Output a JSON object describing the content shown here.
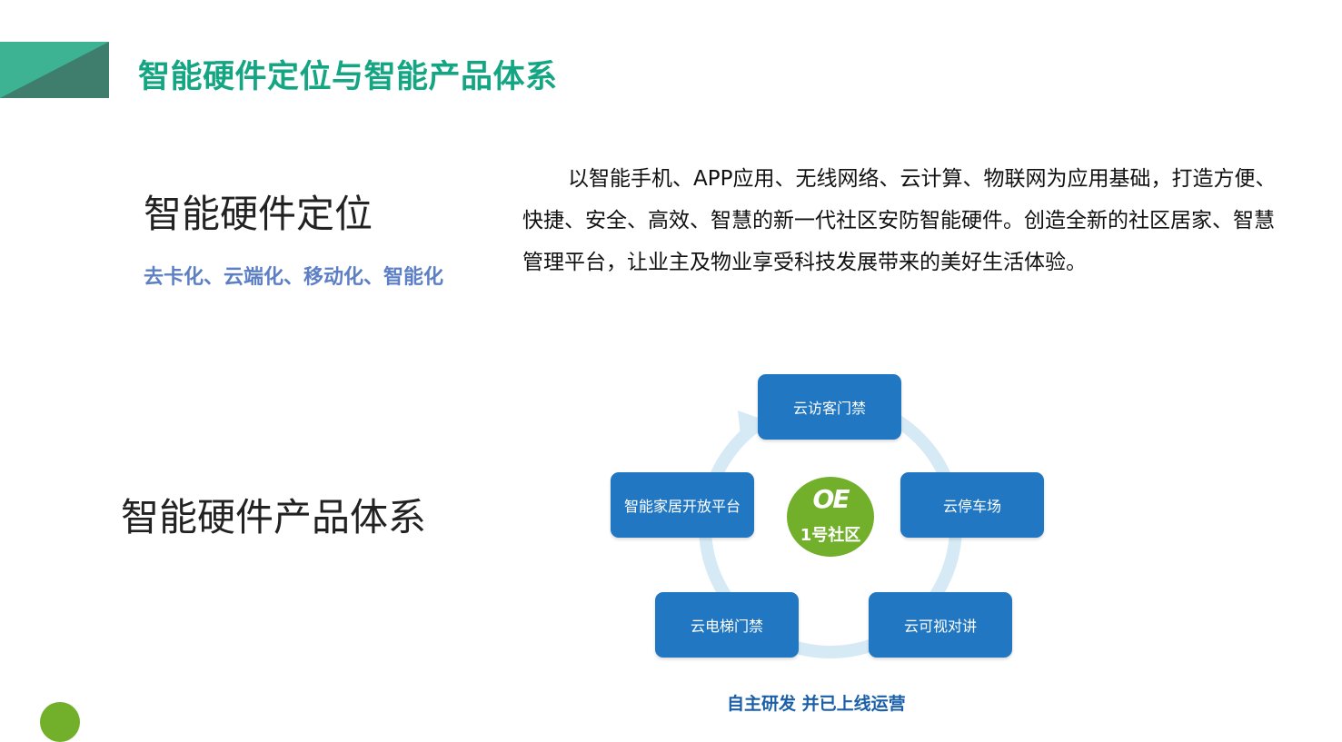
{
  "header": {
    "title": "智能硬件定位与智能产品体系",
    "accent_color": "#14a583"
  },
  "positioning": {
    "heading": "智能硬件定位",
    "subtitle": "去卡化、云端化、移动化、智能化",
    "description": "以智能手机、APP应用、无线网络、云计算、物联网为应用基础，打造方便、快捷、安全、高效、智慧的新一代社区安防智能硬件。创造全新的社区居家、智慧管理平台，让业主及物业享受科技发展带来的美好生活体验。"
  },
  "product_system": {
    "heading": "智能硬件产品体系",
    "nodes": [
      {
        "label": "云访客门禁"
      },
      {
        "label": "云停车场"
      },
      {
        "label": "云可视对讲"
      },
      {
        "label": "云电梯门禁"
      },
      {
        "label": "智能家居开放平台"
      }
    ],
    "center_logo": {
      "mark": "OE",
      "text": "1号社区"
    },
    "caption": "自主研发  并已上线运营",
    "node_color": "#2177c2",
    "ring_color": "#d6eaf6",
    "logo_color": "#72b02c"
  }
}
